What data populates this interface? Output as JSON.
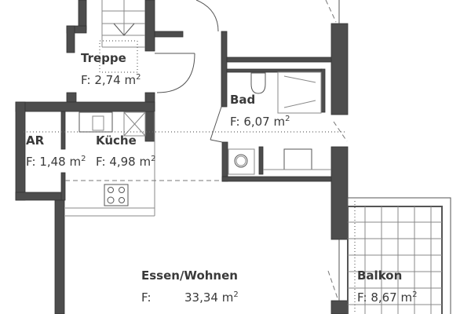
{
  "rooms": [
    {
      "name": "Treppe",
      "area_prefix": "F:",
      "area": "2,74 m",
      "unit_sup": "2"
    },
    {
      "name": "AR",
      "area_prefix": "F:",
      "area": "1,48 m",
      "unit_sup": "2"
    },
    {
      "name": "Küche",
      "area_prefix": "F:",
      "area": "4,98 m",
      "unit_sup": "2"
    },
    {
      "name": "Bad",
      "area_prefix": "F:",
      "area": "6,07 m",
      "unit_sup": "2"
    },
    {
      "name": "Essen/Wohnen",
      "area_prefix": "F:",
      "area": "33,34 m",
      "unit_sup": "2"
    },
    {
      "name": "Balkon",
      "area_prefix": "F:",
      "area": "8,67 m",
      "unit_sup": "2"
    }
  ],
  "colors": {
    "wall": "#4d4d4d",
    "line": "#555555",
    "text": "#3a3a3a"
  }
}
